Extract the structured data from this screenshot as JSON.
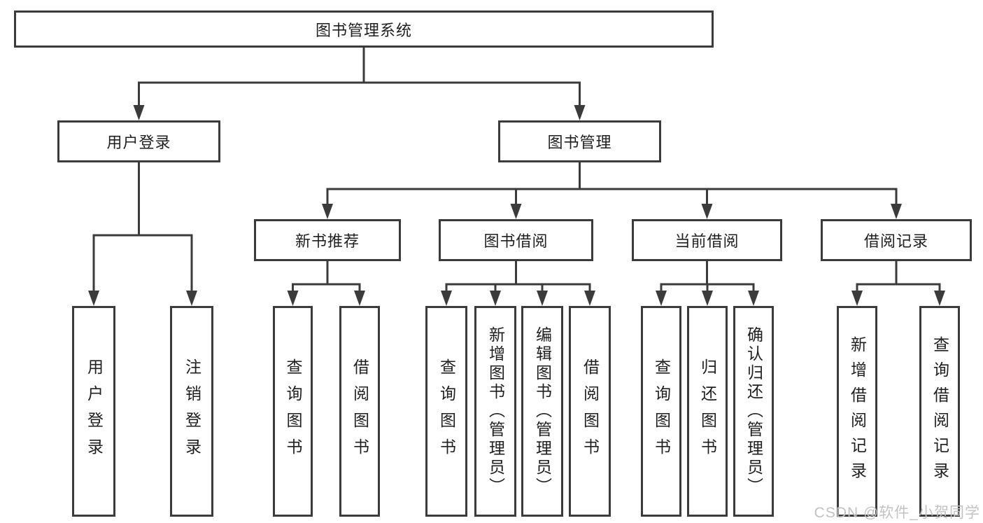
{
  "diagram_type": "hierarchy-tree",
  "colors": {
    "line": "#3b3b3b",
    "text": "#1f1f1f",
    "background": "#ffffff",
    "watermark_color": "#c2c2c2"
  },
  "tree": {
    "label": "图书管理系统",
    "children": [
      {
        "label": "用户登录",
        "children": [
          {
            "label": "用户登录"
          },
          {
            "label": "注销登录"
          }
        ]
      },
      {
        "label": "图书管理",
        "children": [
          {
            "label": "新书推荐",
            "children": [
              {
                "label": "查询图书"
              },
              {
                "label": "借阅图书"
              }
            ]
          },
          {
            "label": "图书借阅",
            "children": [
              {
                "label": "查询图书"
              },
              {
                "label": "新增图书（管理员）"
              },
              {
                "label": "编辑图书（管理员）"
              },
              {
                "label": "借阅图书"
              }
            ]
          },
          {
            "label": "当前借阅",
            "children": [
              {
                "label": "查询图书"
              },
              {
                "label": "归还图书"
              },
              {
                "label": "确认归还（管理员）"
              }
            ]
          },
          {
            "label": "借阅记录",
            "children": [
              {
                "label": "新增借阅记录"
              },
              {
                "label": "查询借阅记录"
              }
            ]
          }
        ]
      }
    ]
  },
  "watermark": {
    "text": "CSDN @软件_小贺同学"
  }
}
